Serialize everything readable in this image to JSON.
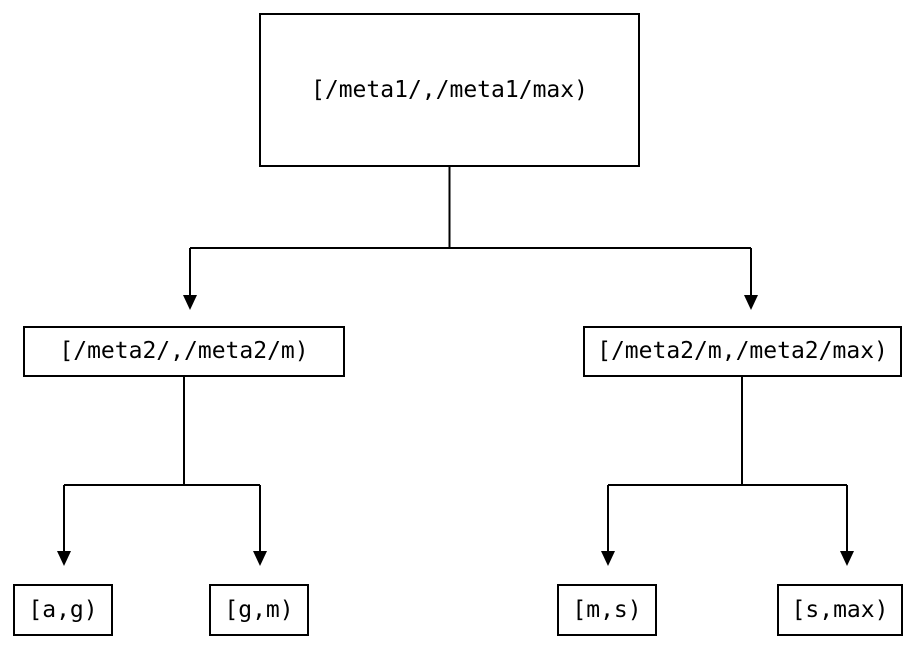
{
  "diagram": {
    "title": "interval-partition-tree",
    "background_color": "#ffffff",
    "line_color": "#000000",
    "text_color": "#000000",
    "nodes": [
      {
        "id": "root",
        "level": 0,
        "label": "[/meta1/,/meta1/max)"
      },
      {
        "id": "left",
        "level": 1,
        "label": "[/meta2/,/meta2/m)"
      },
      {
        "id": "right",
        "level": 1,
        "label": "[/meta2/m,/meta2/max)"
      },
      {
        "id": "leaf-1",
        "level": 2,
        "label": "[a,g)"
      },
      {
        "id": "leaf-2",
        "level": 2,
        "label": "[g,m)"
      },
      {
        "id": "leaf-3",
        "level": 2,
        "label": "[m,s)"
      },
      {
        "id": "leaf-4",
        "level": 2,
        "label": "[s,max)"
      }
    ],
    "edges": [
      {
        "from": "root",
        "to": "left"
      },
      {
        "from": "root",
        "to": "right"
      },
      {
        "from": "left",
        "to": "leaf-1"
      },
      {
        "from": "left",
        "to": "leaf-2"
      },
      {
        "from": "right",
        "to": "leaf-3"
      },
      {
        "from": "right",
        "to": "leaf-4"
      }
    ]
  }
}
